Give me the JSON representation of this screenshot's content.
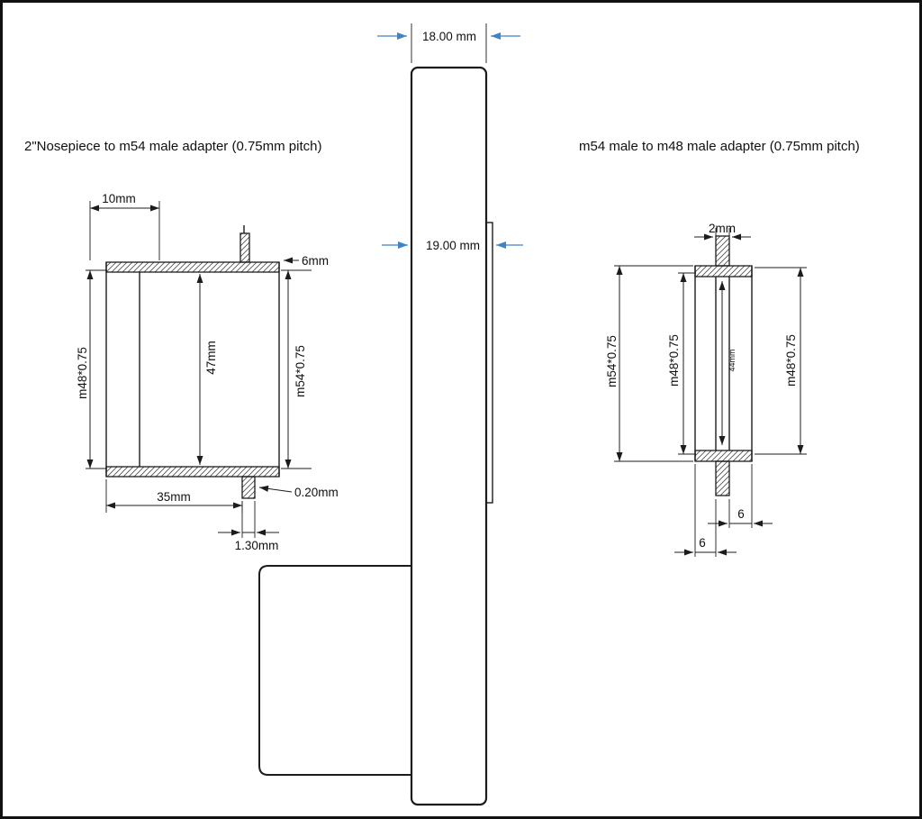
{
  "page": {
    "accent_color": "#3d85c6",
    "line_color": "#1c1c1c"
  },
  "left_view": {
    "title": "2\"Nosepiece to m54 male adapter (0.75mm pitch)",
    "dim_top_width": "10mm",
    "dim_flange": "6mm",
    "dim_bore_height": "47mm",
    "dim_thread_left": "m48*0.75",
    "dim_thread_right": "m54*0.75",
    "dim_bottom_width": "35mm",
    "dim_lip_thickness": "0.20mm",
    "dim_lip_length": "1.30mm"
  },
  "center_view": {
    "dim_body_width": "18.00 mm",
    "dim_overall_width": "19.00 mm"
  },
  "right_view": {
    "title": "m54 male to m48 male adapter (0.75mm pitch)",
    "dim_tab_width": "2mm",
    "dim_m54": "m54*0.75",
    "dim_m48_left": "m48*0.75",
    "dim_bore": "44mm",
    "dim_m48_right": "m48*0.75",
    "dim_six_upper": "6",
    "dim_six_lower": "6"
  }
}
